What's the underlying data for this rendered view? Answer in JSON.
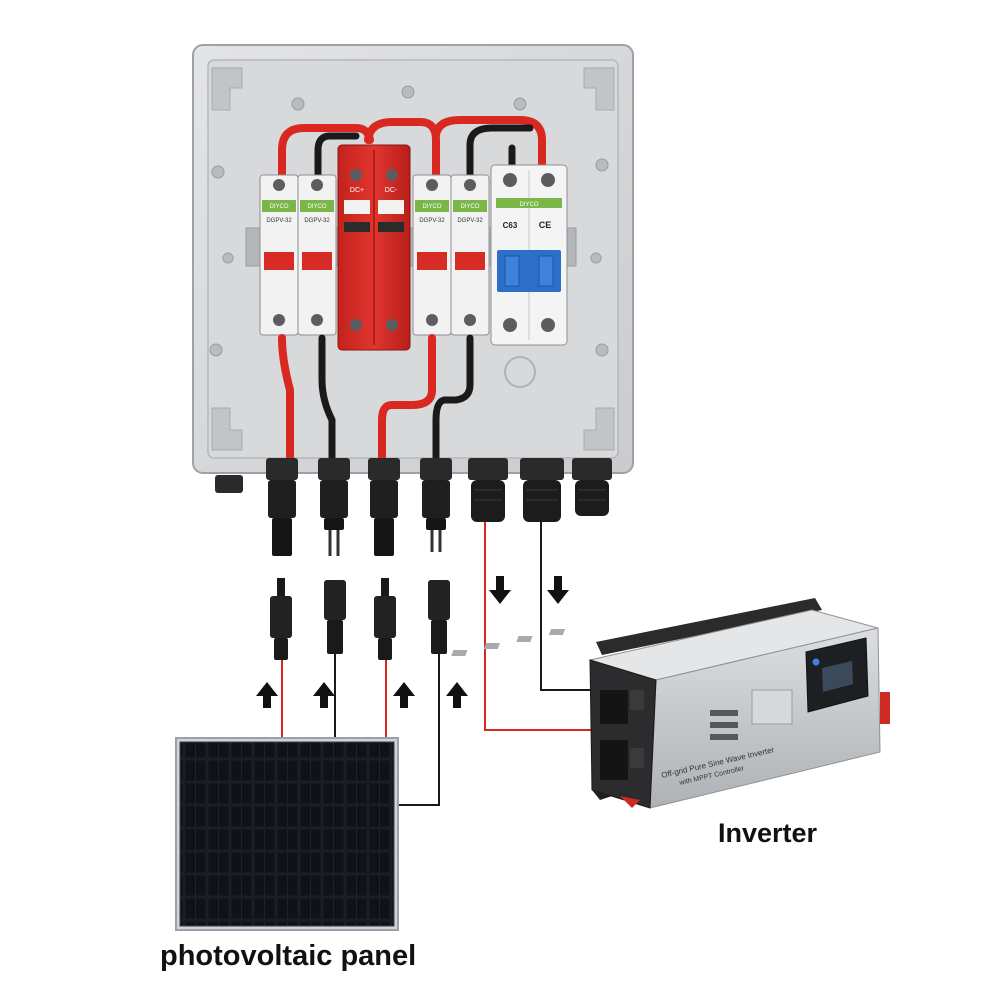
{
  "labels": {
    "inverter": "Inverter",
    "panel": "photovoltaic panel"
  },
  "breakers": {
    "brand": "DIYCO",
    "dc_fuse_model": "DGPV-32",
    "spd_text": "DC+",
    "spd_text2": "DC-",
    "ac_breaker_model": "C63",
    "ce_mark": "CE"
  },
  "inverter_device": {
    "side_text": "Off-grid Pure Sine Wave Inverter",
    "side_text2": "with MPPT Controller"
  },
  "colors": {
    "positive_wire": "#d9281f",
    "negative_wire": "#1a1a1a",
    "enclosure": "#d6d7d9",
    "enclosure_edge": "#9ea1a5",
    "spd_red": "#d72b26",
    "breaker_white": "#f2f2f2",
    "breaker_blue": "#2c6fc9",
    "panel_cell": "#15181d",
    "inverter_silver": "#c8cacd"
  }
}
